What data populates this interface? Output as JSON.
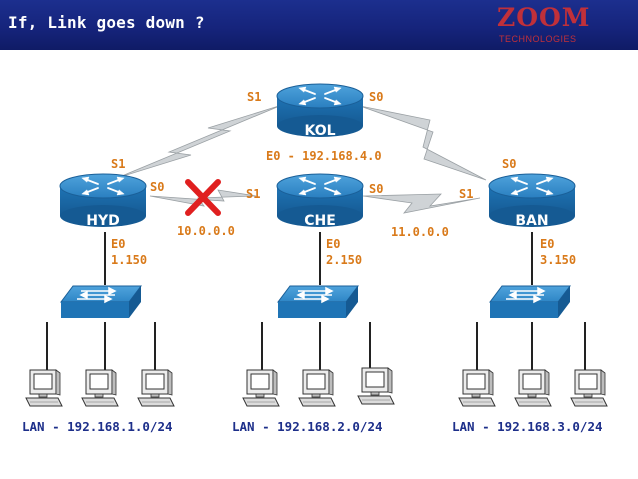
{
  "header": {
    "title": "If, Link goes down ?",
    "logo_main": "ZOOM",
    "logo_sub": "TECHNOLOGIES"
  },
  "colors": {
    "header_bg": "#15237a",
    "router_blue": "#1f74b5",
    "label_orange": "#d97a1a",
    "lan_text": "#1d2f8a",
    "link_down_marker": "#e01f1f"
  },
  "routers": {
    "kol": {
      "name": "KOL",
      "if_left": "S1",
      "if_right": "S0",
      "e0_label": "E0 - 192.168.4.0"
    },
    "hyd": {
      "name": "HYD",
      "if_top": "S1",
      "if_right": "S0",
      "e0_label": "E0",
      "e0_addr": "1.150"
    },
    "che": {
      "name": "CHE",
      "if_left": "S1",
      "if_right": "S0",
      "e0_label": "E0",
      "e0_addr": "2.150"
    },
    "ban": {
      "name": "BAN",
      "if_top": "S0",
      "if_left": "S1",
      "e0_label": "E0",
      "e0_addr": "3.150"
    }
  },
  "links": {
    "hyd_che": "10.0.0.0",
    "che_ban": "11.0.0.0"
  },
  "lans": {
    "hyd": "LAN - 192.168.1.0/24",
    "che": "LAN - 192.168.2.0/24",
    "ban": "LAN - 192.168.3.0/24"
  },
  "icons": [
    "router-icon",
    "switch-icon",
    "pc-icon",
    "link-down-icon",
    "serial-link-icon"
  ]
}
